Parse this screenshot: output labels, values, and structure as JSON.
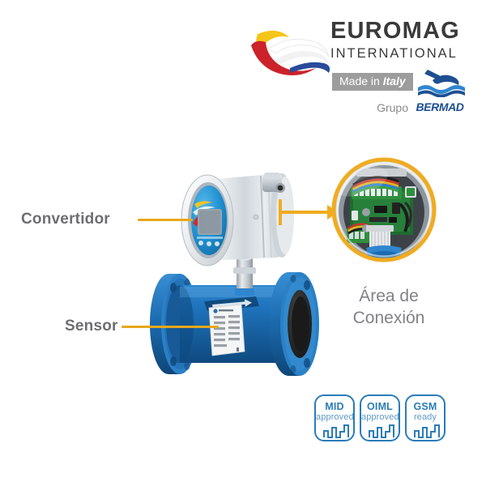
{
  "background_color": "#ffffff",
  "brand": {
    "logo_icon": "euromag-swoosh-logo",
    "name": "EUROMAG",
    "subtitle": "INTERNATIONAL",
    "made_in_prefix": "Made in ",
    "made_in_country": "Italy",
    "grupo_label": "Grupo",
    "parent_brand": "BERMAD",
    "parent_brand_icon": "bermad-wave-fish-icon",
    "colors": {
      "wordmark": "#3a3a3a",
      "banner_bg": "#9d9d9d",
      "banner_text": "#ffffff",
      "grupo_text": "#8a8a8a",
      "bermad_blue": "#1d4f91",
      "swoosh_yellow": "#f5c518",
      "swoosh_red": "#cc2229",
      "swoosh_blue": "#2a4b9b",
      "swoosh_white": "#ffffff"
    }
  },
  "callouts": [
    {
      "id": "convertidor",
      "label": "Convertidor",
      "leader_color": "#e8a71b",
      "target": "converter-head"
    },
    {
      "id": "sensor",
      "label": "Sensor",
      "leader_color": "#e8a71b",
      "target": "sensor-body"
    }
  ],
  "detail_callout": {
    "title_line1": "Área de",
    "title_line2": "Conexión",
    "title_color": "#808285",
    "ring_color": "#f0ab20",
    "arrow_icon": "right-arrow-icon",
    "content": "connection-area-pcb"
  },
  "product": {
    "converter": {
      "name": "converter-head",
      "housing_color": "#dfe3e6",
      "faceplate_color": "#1f8fd0",
      "display_color": "#8f9aa3",
      "cable_gland_color": "#c9ced3"
    },
    "sensor": {
      "name": "sensor-body",
      "body_color": "#1d6fb8",
      "flange_color": "#1b5f9e",
      "liner_color": "#2b2b2b",
      "nameplate_color": "#f2f2f2",
      "flow_arrow_icon": "flow-direction-arrow-icon"
    }
  },
  "badges": [
    {
      "title": "MID",
      "subtitle": "approved",
      "icon": "square-wave-icon",
      "color": "#2b7cb8"
    },
    {
      "title": "OIML",
      "subtitle": "approved",
      "icon": "square-wave-icon",
      "color": "#2b7cb8"
    },
    {
      "title": "GSM",
      "subtitle": "ready",
      "icon": "square-wave-icon",
      "color": "#2b7cb8"
    }
  ]
}
